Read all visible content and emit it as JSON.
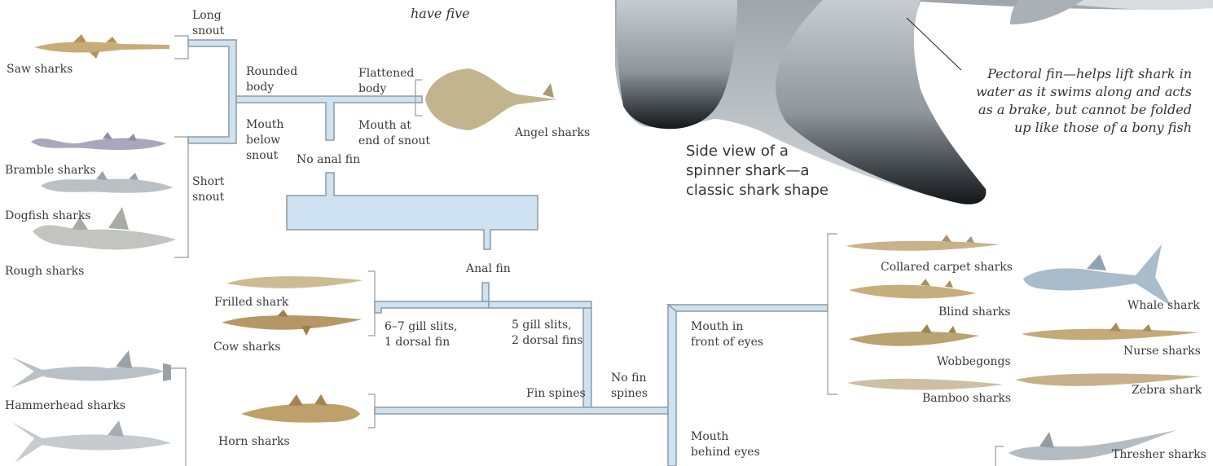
{
  "header_fragment": "have five",
  "side_view": {
    "line1": "Side view of a",
    "line2": "spinner shark—a",
    "line3": "classic shark shape"
  },
  "pectoral": {
    "line1": "Pectoral fin—helps lift shark in",
    "line2": "water as it swims along and acts",
    "line3": "as a brake, but cannot be folded",
    "line4": "up like those of a bony fish"
  },
  "branches": {
    "long_snout": {
      "l1": "Long",
      "l2": "snout"
    },
    "short_snout": {
      "l1": "Short",
      "l2": "snout"
    },
    "rounded_body": {
      "l1": "Rounded",
      "l2": "body"
    },
    "mouth_below": {
      "l1": "Mouth",
      "l2": "below",
      "l3": "snout"
    },
    "flattened_body": {
      "l1": "Flattened",
      "l2": "body"
    },
    "mouth_end": {
      "l1": "Mouth at",
      "l2": "end of snout"
    },
    "no_anal_fin": "No anal fin",
    "anal_fin": "Anal fin",
    "gill_67": {
      "l1": "6–7 gill slits,",
      "l2": "1 dorsal fin"
    },
    "gill_5": {
      "l1": "5 gill slits,",
      "l2": "2 dorsal fins"
    },
    "fin_spines": "Fin spines",
    "no_fin_spines": {
      "l1": "No fin",
      "l2": "spines"
    },
    "mouth_front": {
      "l1": "Mouth in",
      "l2": "front of eyes"
    },
    "mouth_behind": {
      "l1": "Mouth",
      "l2": "behind eyes"
    }
  },
  "groups": {
    "saw": "Saw sharks",
    "bramble": "Bramble sharks",
    "dogfish": "Dogfish sharks",
    "rough": "Rough sharks",
    "angel": "Angel sharks",
    "frilled": "Frilled shark",
    "cow": "Cow sharks",
    "hammerhead": "Hammerhead sharks",
    "horn": "Horn sharks",
    "collared": "Collared carpet sharks",
    "blind": "Blind sharks",
    "wobbegongs": "Wobbegongs",
    "bamboo": "Bamboo sharks",
    "whale": "Whale shark",
    "nurse": "Nurse sharks",
    "zebra": "Zebra shark",
    "thresher": "Thresher sharks"
  },
  "colors": {
    "pipe_fill": "#cfe2f1",
    "pipe_stroke": "#8d9aa4",
    "bracket": "#9a9a9a",
    "tan_shark": "#c9ab78",
    "grey_shark": "#b9c1c6",
    "blue_shark": "#a9bccb",
    "spinner_fin": "#8f969c"
  }
}
